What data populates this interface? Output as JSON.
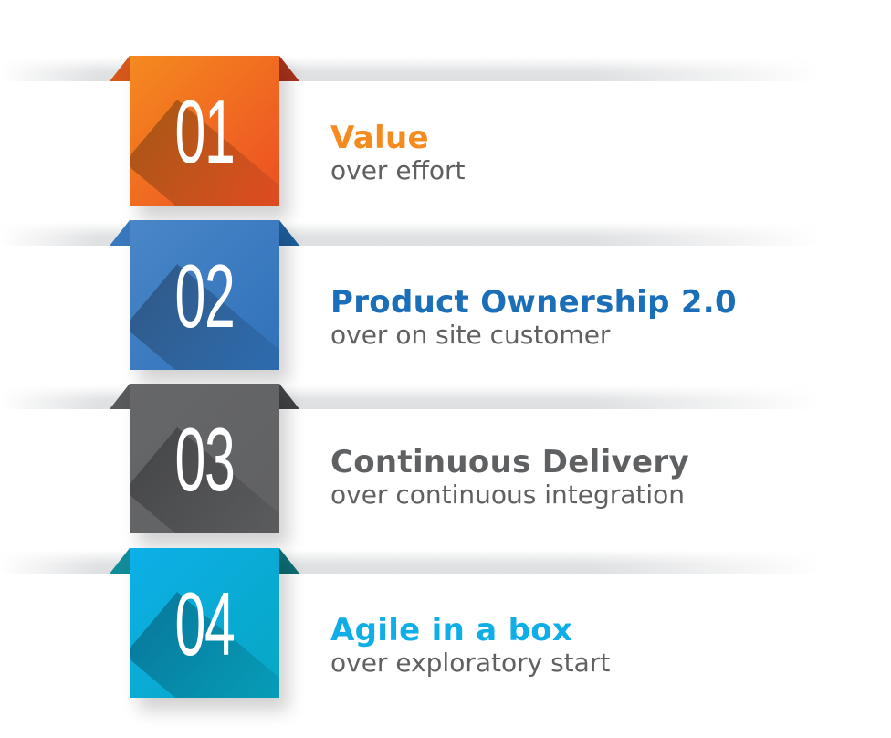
{
  "steps": [
    {
      "number": "01",
      "title": "Value",
      "subtitle": "over effort",
      "colors": {
        "box_from": "#f58a1f",
        "box_to": "#ec4e23",
        "flap": "#d5571c",
        "flap_dark": "#a8321a",
        "title": "#f58a1f"
      }
    },
    {
      "number": "02",
      "title": "Product Ownership 2.0",
      "subtitle": "over on site customer",
      "colors": {
        "box_from": "#4a86c8",
        "box_to": "#2f71b9",
        "flap": "#3a78bd",
        "flap_dark": "#1f5d9c",
        "title": "#1b6fb8"
      }
    },
    {
      "number": "03",
      "title": "Continuous Delivery",
      "subtitle": "over continuous integration",
      "colors": {
        "box_from": "#666769",
        "box_to": "#606163",
        "flap": "#58595b",
        "flap_dark": "#414244",
        "title": "#5f6062"
      }
    },
    {
      "number": "04",
      "title": "Agile in a box",
      "subtitle": "over exploratory start",
      "colors": {
        "box_from": "#0db0e8",
        "box_to": "#06a6c2",
        "flap": "#138c99",
        "flap_dark": "#0c6d74",
        "title": "#10aee6"
      }
    }
  ]
}
